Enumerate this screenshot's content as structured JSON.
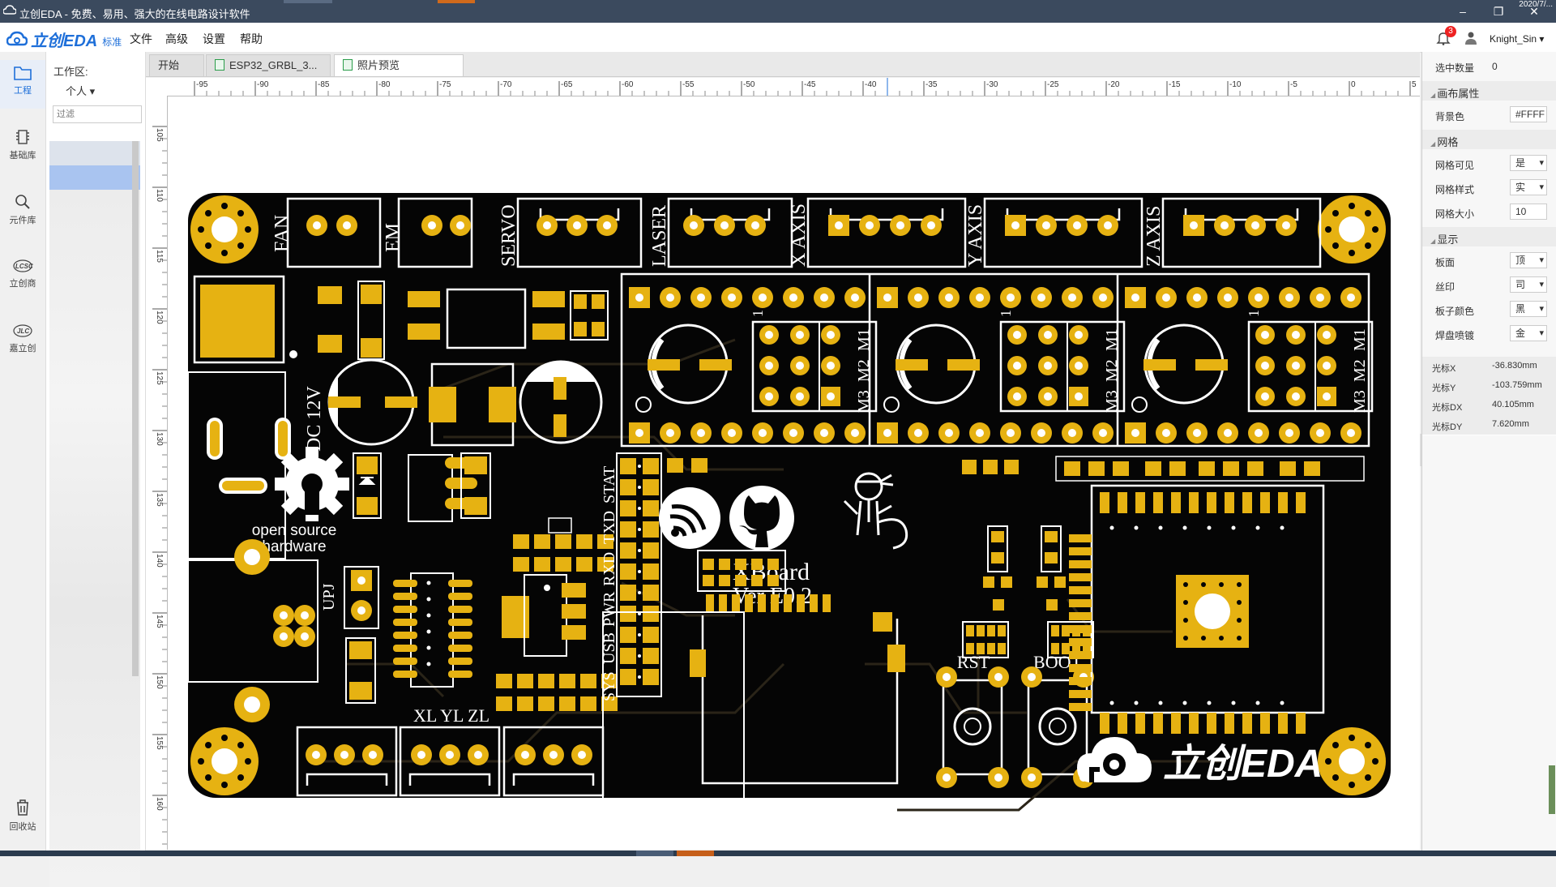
{
  "window": {
    "title": "立创EDA - 免费、易用、强大的在线电路设计软件",
    "clock": "2020/7/..."
  },
  "brand": {
    "name": "立创EDA",
    "edition": "标准"
  },
  "menu": [
    "文件",
    "高级",
    "设置",
    "帮助"
  ],
  "header": {
    "notification_count": "3",
    "user": "Knight_Sin"
  },
  "leftbar": [
    {
      "label": "工程",
      "icon": "folder-icon"
    },
    {
      "label": "基础库",
      "icon": "component-icon"
    },
    {
      "label": "元件库",
      "icon": "search-icon"
    },
    {
      "label": "立创商",
      "icon": "lcsc-icon"
    },
    {
      "label": "嘉立创",
      "icon": "jlc-icon"
    },
    {
      "label": "回收站",
      "icon": "trash-icon"
    }
  ],
  "project_panel": {
    "workspace_label": "工作区:",
    "workspace_value": "个人",
    "filter_placeholder": "过滤"
  },
  "tabs": [
    {
      "label": "开始"
    },
    {
      "label": "ESP32_GRBL_3..."
    },
    {
      "label": "照片预览"
    }
  ],
  "ruler": {
    "h_ticks": [
      "-95",
      "-90",
      "-85",
      "-80",
      "-75",
      "-70",
      "-65",
      "-60",
      "-55",
      "-50",
      "-45",
      "-40",
      "-35",
      "-30",
      "-25",
      "-20",
      "-15",
      "-10",
      "-5",
      "0",
      "5"
    ],
    "v_ticks": [
      "105",
      "110",
      "115",
      "120",
      "125",
      "130",
      "135",
      "140",
      "145",
      "150",
      "155",
      "160"
    ]
  },
  "properties": {
    "selected_count_label": "选中数量",
    "selected_count": "0",
    "canvas_section": "画布属性",
    "bg_label": "背景色",
    "bg_value": "#FFFF",
    "grid_section": "网格",
    "grid_visible_label": "网格可见",
    "grid_visible_value": "是",
    "grid_style_label": "网格样式",
    "grid_style_value": "实",
    "grid_size_label": "网格大小",
    "grid_size_value": "10",
    "display_section": "显示",
    "board_side_label": "板面",
    "board_side_value": "顶",
    "silk_label": "丝印",
    "silk_value": "司",
    "board_color_label": "板子颜色",
    "board_color_value": "黑",
    "pad_finish_label": "焊盘喷镀",
    "pad_finish_value": "金",
    "cursor": [
      {
        "k": "光标X",
        "v": "-36.830mm"
      },
      {
        "k": "光标Y",
        "v": "-103.759mm"
      },
      {
        "k": "光标DX",
        "v": "40.105mm"
      },
      {
        "k": "光标DY",
        "v": "7.620mm"
      }
    ]
  },
  "pcb": {
    "connectors_top": [
      "FAN",
      "EM",
      "SERVO",
      "LASER",
      "X AXIS",
      "Y AXIS",
      "Z AXIS"
    ],
    "power_label": "DC 12V",
    "oshw_label_1": "open source",
    "oshw_label_2": "hardware",
    "upj_label": "UPJ",
    "status_labels": [
      "STAT",
      "TXD",
      "RXD",
      "PWR",
      "USB",
      "SYS"
    ],
    "axis_footer": "XL YL ZL",
    "board_name": "XBoard",
    "board_version": "Ver E0.2",
    "rst_label": "RST",
    "boot_label": "BOOT",
    "logo_text": "立创EDA",
    "microstep_labels": [
      "M1",
      "M2",
      "M3"
    ],
    "driver_pin1": "1",
    "colors": {
      "board": "#050505",
      "pad": "#e6b212",
      "silk": "#ffffff"
    }
  }
}
